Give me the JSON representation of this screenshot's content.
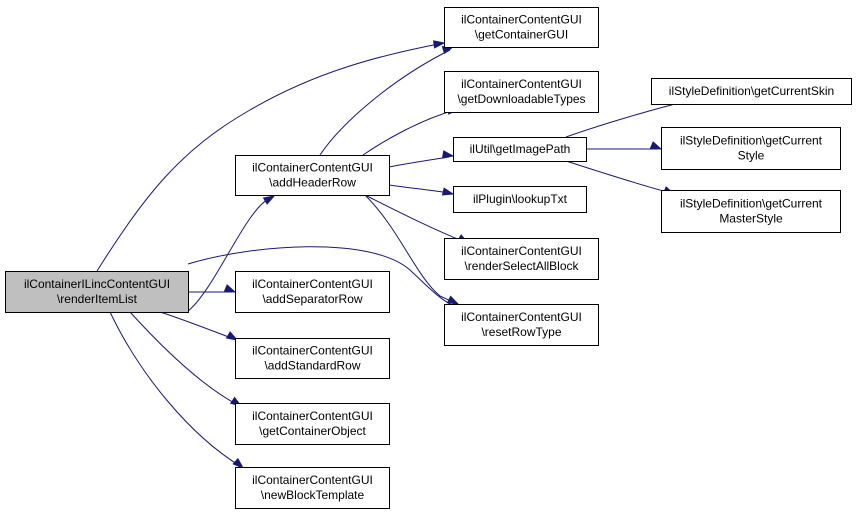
{
  "diagram": {
    "nodes": [
      {
        "id": "root",
        "lines": [
          "ilContainerILincContentGUI",
          "\\renderItemList"
        ],
        "highlighted": true
      },
      {
        "id": "addHeaderRow",
        "lines": [
          "ilContainerContentGUI",
          "\\addHeaderRow"
        ]
      },
      {
        "id": "addSeparatorRow",
        "lines": [
          "ilContainerContentGUI",
          "\\addSeparatorRow"
        ]
      },
      {
        "id": "addStandardRow",
        "lines": [
          "ilContainerContentGUI",
          "\\addStandardRow"
        ]
      },
      {
        "id": "getContainerObject",
        "lines": [
          "ilContainerContentGUI",
          "\\getContainerObject"
        ]
      },
      {
        "id": "newBlockTemplate",
        "lines": [
          "ilContainerContentGUI",
          "\\newBlockTemplate"
        ]
      },
      {
        "id": "getContainerGUI",
        "lines": [
          "ilContainerContentGUI",
          "\\getContainerGUI"
        ]
      },
      {
        "id": "getDownloadableTypes",
        "lines": [
          "ilContainerContentGUI",
          "\\getDownloadableTypes"
        ]
      },
      {
        "id": "getImagePath",
        "lines": [
          "ilUtil\\getImagePath"
        ]
      },
      {
        "id": "lookupTxt",
        "lines": [
          "ilPlugin\\lookupTxt"
        ]
      },
      {
        "id": "renderSelectAllBlock",
        "lines": [
          "ilContainerContentGUI",
          "\\renderSelectAllBlock"
        ]
      },
      {
        "id": "resetRowType",
        "lines": [
          "ilContainerContentGUI",
          "\\resetRowType"
        ]
      },
      {
        "id": "getCurrentSkin",
        "lines": [
          "ilStyleDefinition\\getCurrentSkin"
        ]
      },
      {
        "id": "getCurrentStyle",
        "lines": [
          "ilStyleDefinition\\getCurrent",
          "Style"
        ]
      },
      {
        "id": "getCurrentMasterStyle",
        "lines": [
          "ilStyleDefinition\\getCurrent",
          "MasterStyle"
        ]
      }
    ],
    "edges": [
      {
        "from": "root",
        "to": "getContainerGUI"
      },
      {
        "from": "root",
        "to": "addHeaderRow"
      },
      {
        "from": "root",
        "to": "resetRowType"
      },
      {
        "from": "root",
        "to": "addSeparatorRow"
      },
      {
        "from": "root",
        "to": "addStandardRow"
      },
      {
        "from": "root",
        "to": "getContainerObject"
      },
      {
        "from": "root",
        "to": "newBlockTemplate"
      },
      {
        "from": "addHeaderRow",
        "to": "getContainerGUI"
      },
      {
        "from": "addHeaderRow",
        "to": "getDownloadableTypes"
      },
      {
        "from": "addHeaderRow",
        "to": "getImagePath"
      },
      {
        "from": "addHeaderRow",
        "to": "lookupTxt"
      },
      {
        "from": "addHeaderRow",
        "to": "renderSelectAllBlock"
      },
      {
        "from": "addHeaderRow",
        "to": "resetRowType"
      },
      {
        "from": "getImagePath",
        "to": "getCurrentSkin"
      },
      {
        "from": "getImagePath",
        "to": "getCurrentStyle"
      },
      {
        "from": "getImagePath",
        "to": "getCurrentMasterStyle"
      }
    ],
    "colors": {
      "edge": "#191970",
      "node_border": "#000000",
      "node_fill": "#ffffff",
      "highlight_fill": "#bfbfbf"
    }
  }
}
